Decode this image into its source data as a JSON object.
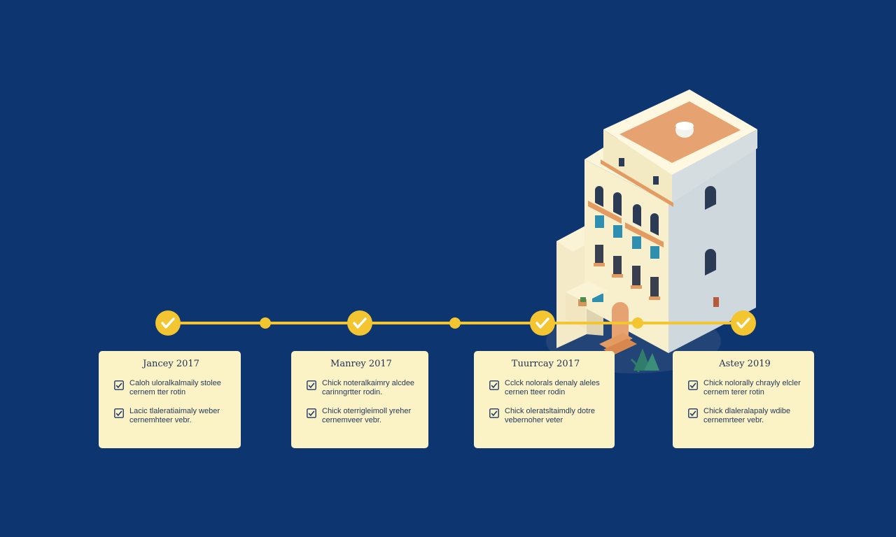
{
  "colors": {
    "background": "#0d3570",
    "timeline": "#f2c531",
    "card": "#fbf3c6",
    "text": "#1f2f52"
  },
  "milestones": [
    {
      "title": "Jancey 2017",
      "items": [
        "Caloh uloralkalmaily stolee\ncernem tter rotin",
        "Lacic tlaleratiaimaly weber\ncernemhteer vebr."
      ]
    },
    {
      "title": "Manrey 2017",
      "items": [
        "Chick noteralkaimry alcdee\ncarinngrtter rodin.",
        "Chick oterrigleimoll yreher\ncernemveer vebr."
      ]
    },
    {
      "title": "Tuurrcay 2017",
      "items": [
        "Cclck nolorals denaly aleles\ncernen tteer rodin",
        "Chick oleratsltaimdly dotre\nvebernoher veter"
      ]
    },
    {
      "title": "Astey 2019",
      "items": [
        "Chick nolorally chrayly elcler\ncernem terer rotin",
        "Chick dlaleralapaly wdibe\ncernemrteer vebr."
      ]
    }
  ]
}
